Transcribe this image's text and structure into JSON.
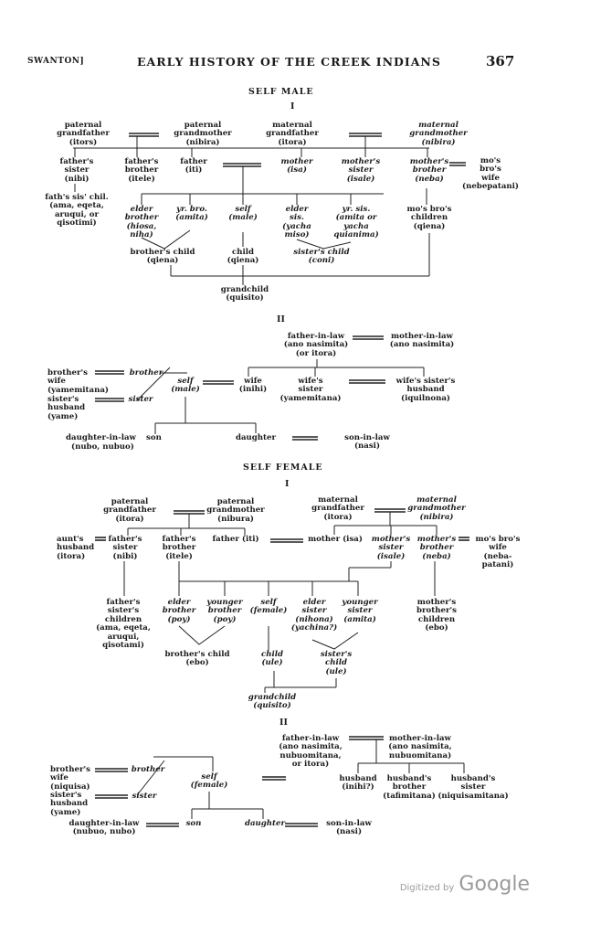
{
  "header": {
    "author": "SWANTON]",
    "title": "EARLY HISTORY OF THE CREEK INDIANS",
    "page": "367"
  },
  "sections": [
    {
      "heading": "SELF MALE",
      "roman1": "I",
      "roman2": "II"
    },
    {
      "heading": "SELF FEMALE",
      "roman1": "I",
      "roman2": "II"
    }
  ],
  "nodes": {
    "m_patgf": "paternal\ngrandfather\n(itors)",
    "m_patgm": "paternal\ngrandmother\n(nibira)",
    "m_matgf": "maternal\ngrandfather\n(itora)",
    "m_matgm": "maternal\ngrandmother\n(nibira)",
    "m_fsis": "father's\nsister\n(nibi)",
    "m_fbro": "father's\nbrother\n(itele)",
    "m_father": "father\n(iti)",
    "m_mother": "mother\n(isa)",
    "m_msis": "mother's\nsister\n(isale)",
    "m_mbro": "mother's\nbrother\n(neba)",
    "m_mbrowife": "mo's\nbro's\nwife\n(nebepatani)",
    "m_fsischil": "fath's sis' chil.\n(ama, eqeta,\naruqui, or\nqisotimi)",
    "m_eldbro": "elder\nbrother\n(hiosa,\nniha)",
    "m_ybro": "yr. bro.\n(amita)",
    "m_self": "self\n(male)",
    "m_eldsis": "elder\nsis.\n(yacha\nmiso)",
    "m_ysis": "yr. sis.\n(amita or\nyacha\nquianima)",
    "m_mbrochild": "mo's bro's\nchildren\n(qiena)",
    "m_brochild": "brother's child\n(qiena)",
    "m_child": "child\n(qiena)",
    "m_sischild": "sister's child\n(coni)",
    "m_grandchild": "grandchild\n(quisito)",
    "m2_fil": "father-in-law\n(ano nasimita)\n(or itora)",
    "m2_mil": "mother-in-law\n(ano nasimita)",
    "m2_browife": "brother's\nwife\n(yamemitana)",
    "m2_sishusb": "sister's\nhusband\n(yame)",
    "m2_brother": "brother",
    "m2_sister": "sister",
    "m2_self": "self\n(male)",
    "m2_wife": "wife\n(inihi)",
    "m2_wifesis": "wife's\nsister\n(yamemitana)",
    "m2_wifesishusb": "wife's sister's\nhusband\n(iquilnona)",
    "m2_dil": "daughter-in-law",
    "m2_dilname": "(nubo, nubuo)",
    "m2_son": "son",
    "m2_daughter": "daughter",
    "m2_sil": "son-in-law\n(nasi)",
    "f_patgf": "paternal\ngrandfather\n(itora)",
    "f_patgm": "paternal\ngrandmother\n(nibura)",
    "f_matgf": "maternal\ngrandfather\n(itora)",
    "f_matgm": "maternal\ngrandmother\n(nibira)",
    "f_auntshusb": "aunt's\nhusband\n(itora)",
    "f_fsis": "father's\nsister\n(nibi)",
    "f_fbro": "father's\nbrother\n(itele)",
    "f_father": "father (iti)",
    "f_mother": "mother (isa)",
    "f_msis": "mother's\nsister\n(isale)",
    "f_mbro": "mother's\nbrother\n(neba)",
    "f_mbrowife": "mo's bro's\nwife\n(neba-\npatani)",
    "f_fsischil": "father's\nsister's\nchildren\n(ama, eqeta,\naruqui,\nqisotami)",
    "f_eldbro": "elder\nbrother\n(poy)",
    "f_ybro": "younger\nbrother\n(poy)",
    "f_self": "self\n(female)",
    "f_eldsis": "elder\nsister\n(nihona)\n(yachina?)",
    "f_ysis": "younger\nsister\n(amita)",
    "f_mbrochil": "mother's\nbrother's\nchildren\n(ebo)",
    "f_brochild": "brother's child\n(ebo)",
    "f_child": "child\n(ule)",
    "f_sischild": "sister's\nchild\n(ule)",
    "f_grandchild": "grandchild\n(quisito)",
    "f2_fil": "father-in-law\n(ano nasimita,\nnubuomitana,\nor itora)",
    "f2_mil": "mother-in-law\n(ano nasimita,\nnubuomitana)",
    "f2_browife": "brother's\nwife\n(niquisa)",
    "f2_sishusb": "sister's\nhusband\n(yame)",
    "f2_brother": "brother",
    "f2_sister": "sister",
    "f2_self": "self\n(female)",
    "f2_husband": "husband\n(inihi?)",
    "f2_husbbro": "husband's\nbrother\n(tafimitana)",
    "f2_husbsis": "husband's\nsister\n(niquisamitana)",
    "f2_dil": "daughter-in-law\n(nubuo, nubo)",
    "f2_son": "son",
    "f2_daughter": "daughter",
    "f2_sil": "son-in-law\n(nasi)"
  },
  "watermark": {
    "prefix": "Digitized by",
    "brand": "Google"
  }
}
